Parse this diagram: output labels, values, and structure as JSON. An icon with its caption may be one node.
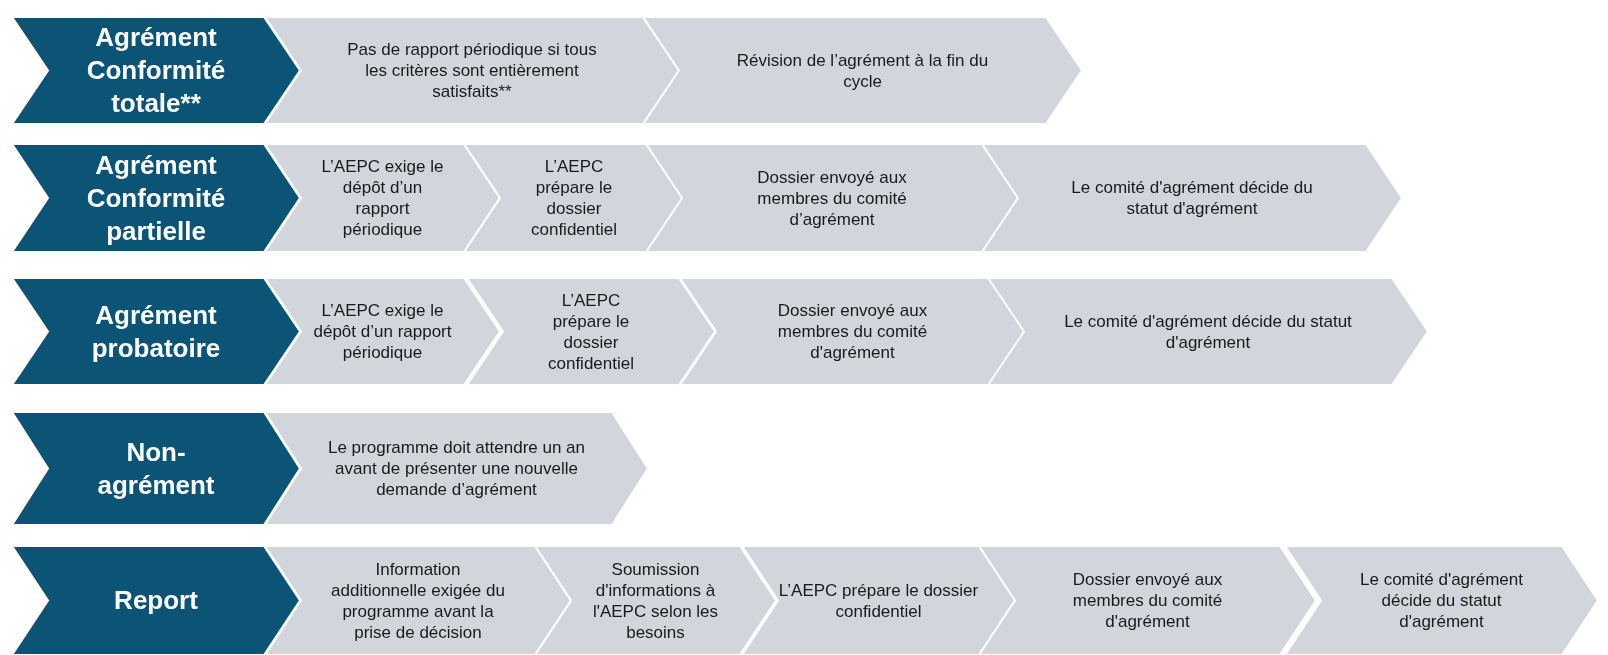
{
  "diagram": {
    "nodes": [
      {
        "text": [
          "Agrément",
          "Conformité totale**"
        ]
      },
      {
        "text": [
          "Pas de rapport périodique si tous les critères sont entièrement satisfaits**"
        ]
      },
      {
        "text": [
          "Révision de l’agrément à la fin du cycle"
        ]
      },
      {
        "text": [
          "Agrément",
          "Conformité partielle"
        ]
      },
      {
        "text": [
          "L’AEPC exige le dépôt d’un rapport périodique"
        ]
      },
      {
        "text": [
          "L’AEPC prépare le dossier confidentiel"
        ]
      },
      {
        "text": [
          "Dossier envoyé aux membres du comité d’agrément"
        ]
      },
      {
        "text": [
          "Le comité d'agrément décide du statut d'agrément"
        ]
      },
      {
        "text": [
          "Agrément probatoire"
        ]
      },
      {
        "text": [
          "L’AEPC exige le dépôt d’un rapport périodique"
        ]
      },
      {
        "text": [
          "L’AEPC prépare le dossier confidentiel"
        ]
      },
      {
        "text": [
          "Dossier envoyé aux membres du comité d'agrément"
        ]
      },
      {
        "text": [
          "Le comité d'agrément décide du statut d'agrément"
        ]
      },
      {
        "text": [
          "Non-agrément"
        ]
      },
      {
        "text": [
          "Le programme doit attendre un an avant de présenter une nouvelle demande d’agrément"
        ]
      },
      {
        "text": [
          "Report"
        ]
      },
      {
        "text": [
          "Information additionnelle exigée du programme avant la prise de décision"
        ]
      },
      {
        "text": [
          "Soumission d'informations à l'AEPC selon les besoins"
        ]
      },
      {
        "text": [
          "L’AEPC prépare le dossier confidentiel"
        ]
      },
      {
        "text": [
          "Dossier envoyé aux membres du comité d'agrément"
        ]
      },
      {
        "text": [
          "Le comité d'agrément décide du statut d'agrément"
        ]
      }
    ]
  }
}
